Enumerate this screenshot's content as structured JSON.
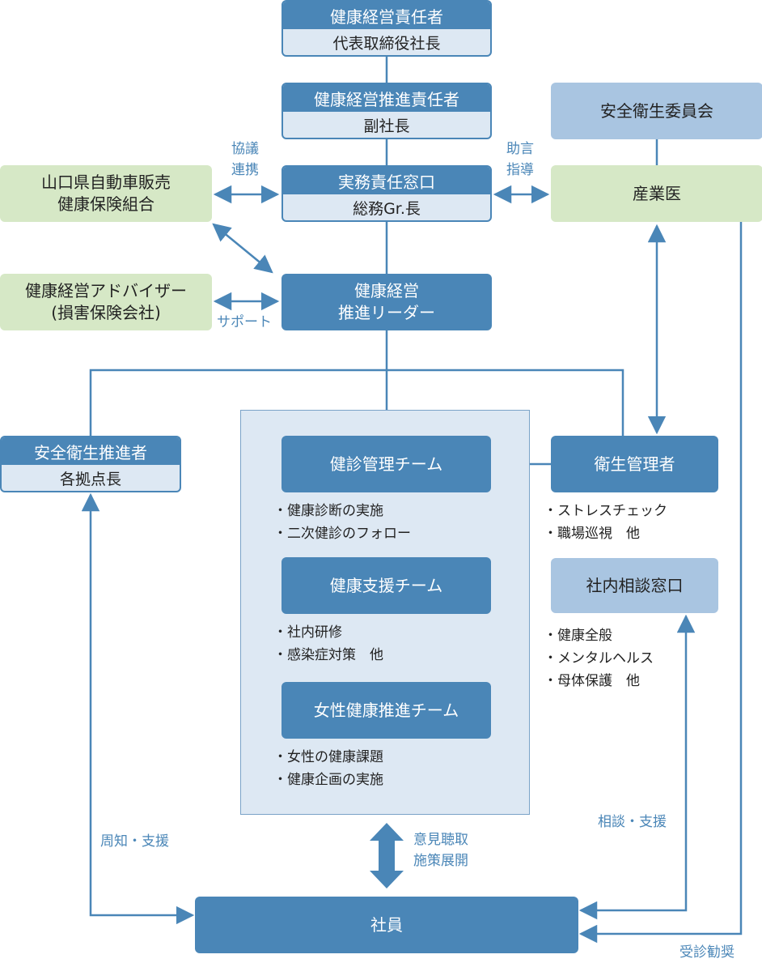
{
  "nodes": {
    "ceo": {
      "title": "健康経営責任者",
      "sub": "代表取締役社長"
    },
    "promoter": {
      "title": "健康経営推進責任者",
      "sub": "副社長"
    },
    "office": {
      "title": "実務責任窓口",
      "sub": "総務Gr.長"
    },
    "insurance": {
      "line1": "山口県自動車販売",
      "line2": "健康保険組合"
    },
    "advisor": {
      "line1": "健康経営アドバイザー",
      "line2": "(損害保険会社)"
    },
    "leader": {
      "line1": "健康経営",
      "line2": "推進リーダー"
    },
    "committee": {
      "title": "安全衛生委員会"
    },
    "doctor": {
      "title": "産業医"
    },
    "safety": {
      "title": "安全衛生推進者",
      "sub": "各拠点長"
    },
    "checkup_team": {
      "title": "健診管理チーム"
    },
    "support_team": {
      "title": "健康支援チーム"
    },
    "women_team": {
      "title": "女性健康推進チーム"
    },
    "hygiene": {
      "title": "衛生管理者"
    },
    "consult": {
      "title": "社内相談窓口"
    },
    "employees": {
      "title": "社員"
    }
  },
  "notes": {
    "checkup": [
      "健康診断の実施",
      "二次健診のフォロー"
    ],
    "support": [
      "社内研修",
      "感染症対策　他"
    ],
    "women": [
      "女性の健康課題",
      "健康企画の実施"
    ],
    "hygiene": [
      "ストレスチェック",
      "職場巡視　他"
    ],
    "consult": [
      "健康全般",
      "メンタルヘルス",
      "母体保護　他"
    ]
  },
  "labels": {
    "discuss_1": "協議",
    "discuss_2": "連携",
    "advice_1": "助言",
    "advice_2": "指導",
    "support": "サポート",
    "notify": "周知・支援",
    "opinion_1": "意見聴取",
    "opinion_2": "施策展開",
    "consult_support": "相談・支援",
    "recommend": "受診勧奨"
  },
  "colors": {
    "dark": "#4a86b7",
    "pale": "#a9c5e1",
    "green": "#d6e8c6",
    "panel": "#dde8f3"
  }
}
